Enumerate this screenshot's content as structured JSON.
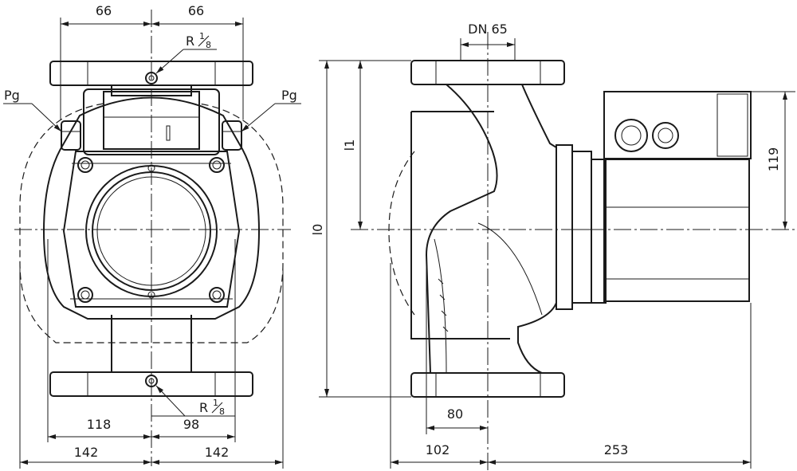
{
  "front_view": {
    "dims": {
      "top_left": "66",
      "top_right": "66",
      "half_width_left": "142",
      "half_width_right": "142",
      "offset_118": "118",
      "offset_98": "98"
    },
    "labels": {
      "pg_left": "Pg",
      "pg_right": "Pg",
      "vent_top": "R",
      "vent_bottom": "R",
      "vent_fraction_num": "1",
      "vent_fraction_den": "8"
    }
  },
  "side_view": {
    "dims": {
      "dn": "DN 65",
      "l0": "l0",
      "l1": "l1",
      "motor_height": "119",
      "flange_offset": "80",
      "inlet_depth": "102",
      "motor_depth": "253"
    }
  }
}
